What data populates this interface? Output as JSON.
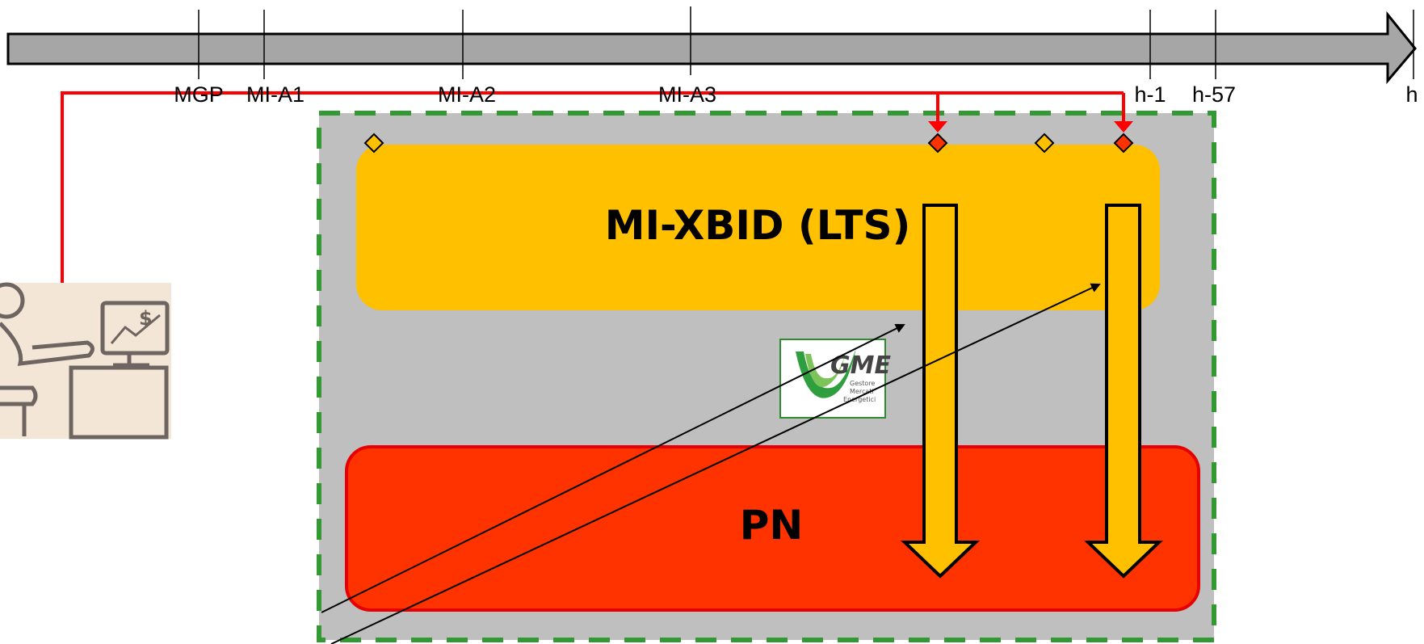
{
  "timeline": {
    "ticks": [
      {
        "label": "MGP"
      },
      {
        "label": "MI-A1"
      },
      {
        "label": "MI-A2"
      },
      {
        "label": "MI-A3"
      },
      {
        "label": "h-1"
      },
      {
        "label": "h-57"
      },
      {
        "label": "h"
      }
    ]
  },
  "boxes": {
    "xbid_label": "MI-XBID (LTS)",
    "pn_label": "PN"
  },
  "logo": {
    "name": "GME",
    "subtitle_lines": [
      "Gestore",
      "Mercati",
      "Energetici"
    ]
  },
  "colors": {
    "timeline_arrow": "#a6a6a6",
    "outer_panel": "#bfbfbf",
    "dashed_border": "#339933",
    "xbid_box": "#ffc000",
    "pn_box": "#ff3300",
    "connector_red": "#ff0000",
    "down_arrow_fill": "#ffc000",
    "marker_orange": "#ffc000",
    "marker_red": "#ff3300"
  }
}
